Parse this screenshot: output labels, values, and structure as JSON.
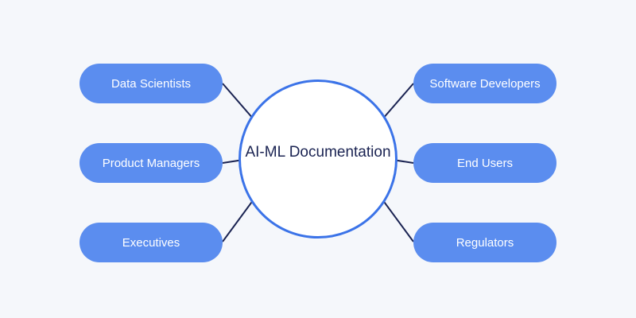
{
  "diagram": {
    "center": {
      "label": "AI-ML Documentation"
    },
    "nodes": [
      {
        "id": "data-scientists",
        "label": "Data Scientists",
        "side": "left"
      },
      {
        "id": "product-managers",
        "label": "Product Managers",
        "side": "left"
      },
      {
        "id": "executives",
        "label": "Executives",
        "side": "left"
      },
      {
        "id": "software-developers",
        "label": "Software Developers",
        "side": "right"
      },
      {
        "id": "end-users",
        "label": "End Users",
        "side": "right"
      },
      {
        "id": "regulators",
        "label": "Regulators",
        "side": "right"
      }
    ],
    "colors": {
      "background": "#f5f7fb",
      "node_fill": "#5b8def",
      "node_text": "#ffffff",
      "hub_border": "#3b73e8",
      "hub_fill": "#ffffff",
      "hub_text": "#1a2352",
      "connector": "#1a2352"
    }
  }
}
